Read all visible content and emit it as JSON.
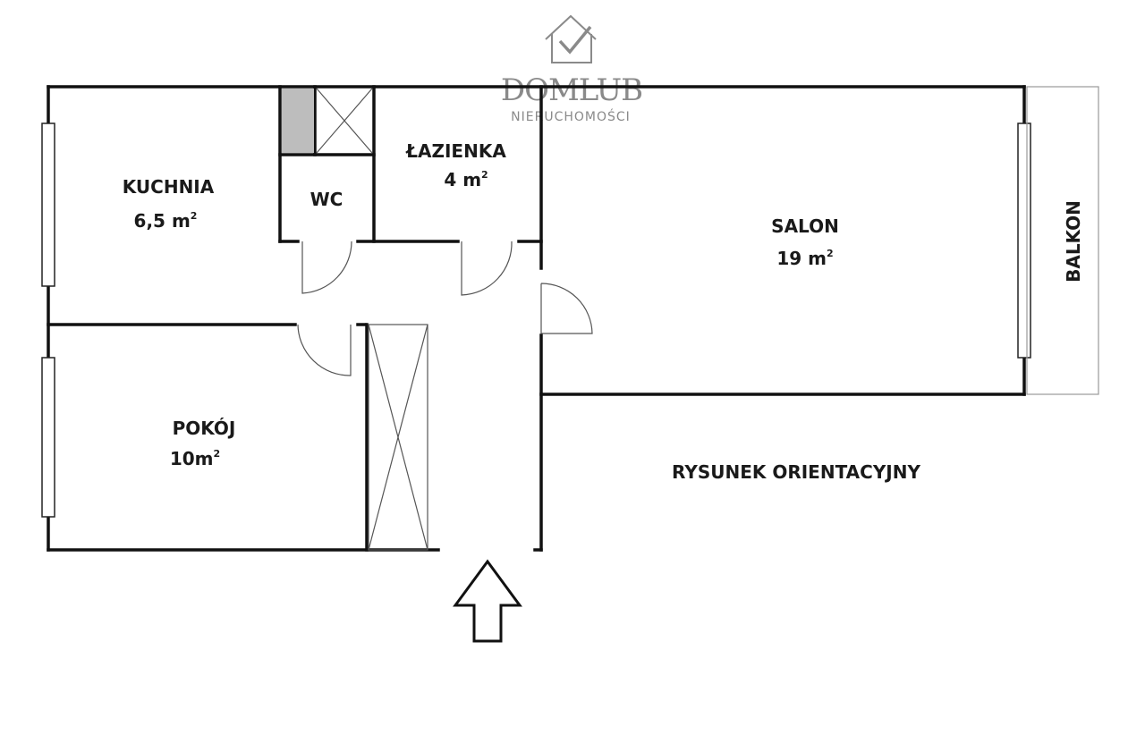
{
  "logo": {
    "name": "DOMLUB",
    "tagline": "NIERUCHOMOŚCI"
  },
  "rooms": {
    "kuchnia": {
      "name": "KUCHNIA",
      "area": "6,5 m",
      "unit_exp": "2"
    },
    "wc": {
      "name": "WC"
    },
    "lazienka": {
      "name": "ŁAZIENKA",
      "area": "4 m",
      "unit_exp": "2"
    },
    "salon": {
      "name": "SALON",
      "area": "19 m",
      "unit_exp": "2"
    },
    "balkon": {
      "name": "BALKON"
    },
    "pokoj": {
      "name": "POKÓJ",
      "area": "10m",
      "unit_exp": "2"
    }
  },
  "note": "RYSUNEK ORIENTACYJNY",
  "colors": {
    "wall": "#111111",
    "shaft": "#bdbdbd",
    "logo": "#8a8a8a"
  }
}
